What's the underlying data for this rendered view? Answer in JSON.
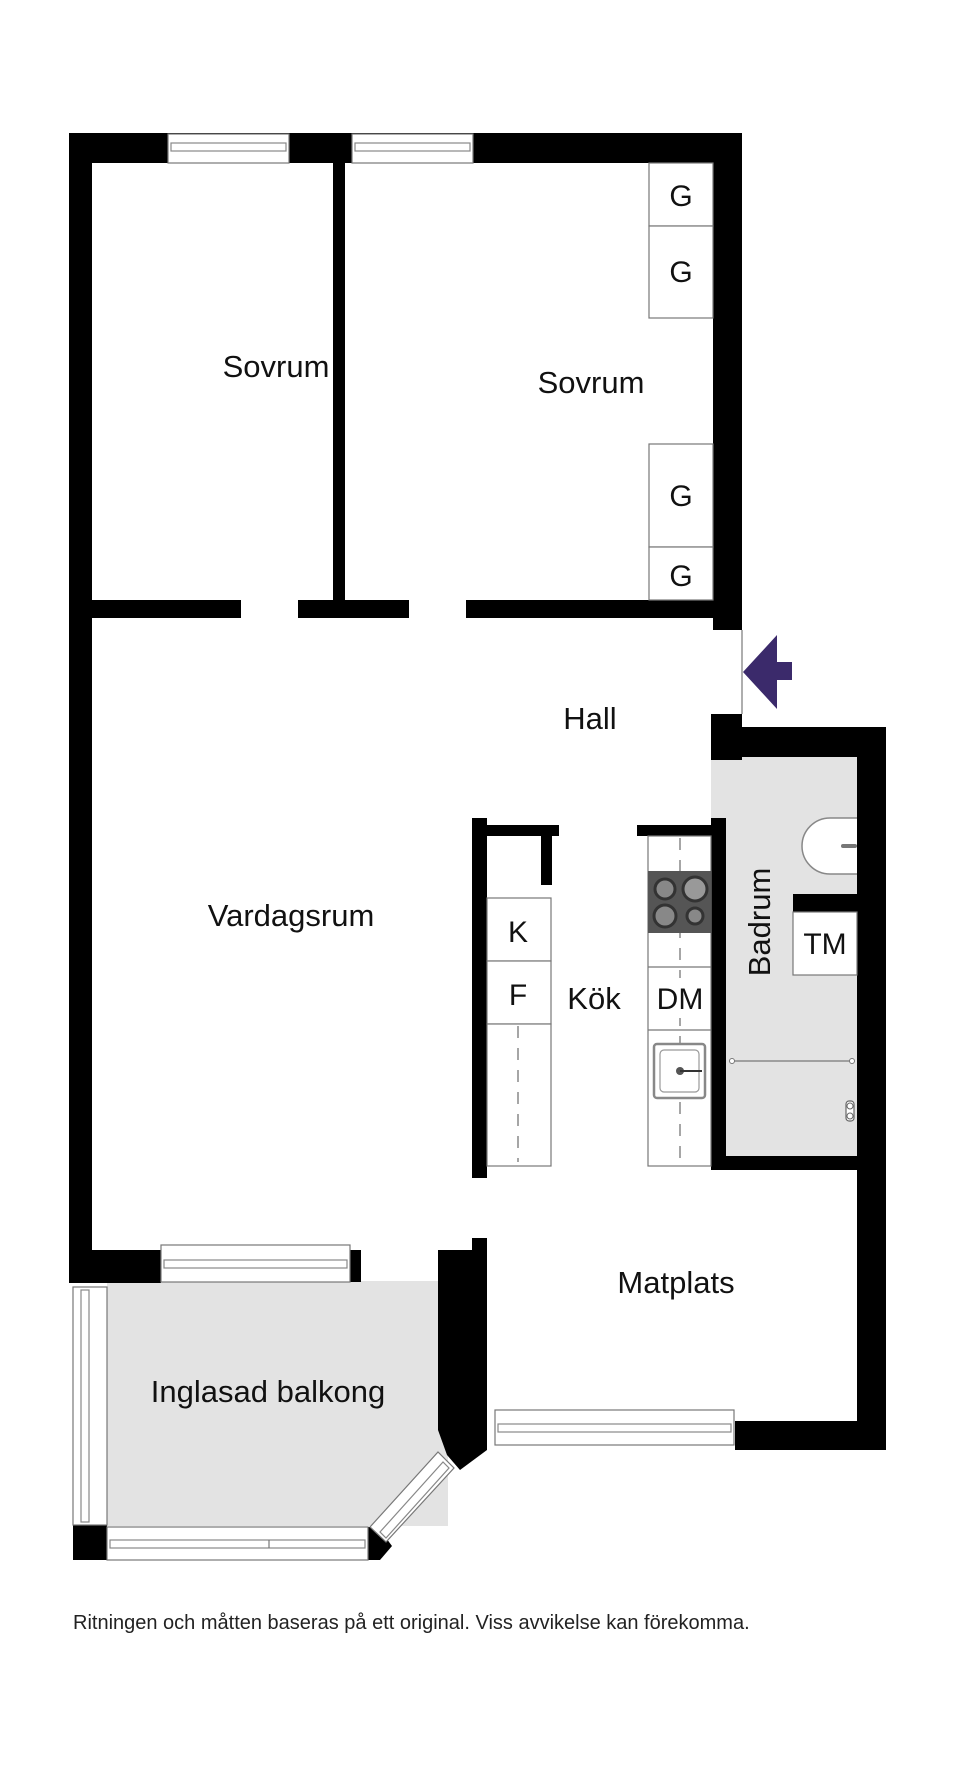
{
  "plan": {
    "rooms": [
      {
        "id": "bedroom-1",
        "label": "Sovrum"
      },
      {
        "id": "bedroom-2",
        "label": "Sovrum"
      },
      {
        "id": "hall",
        "label": "Hall"
      },
      {
        "id": "living-room",
        "label": "Vardagsrum"
      },
      {
        "id": "kitchen",
        "label": "Kök"
      },
      {
        "id": "bathroom",
        "label": "Badrum"
      },
      {
        "id": "dining",
        "label": "Matplats"
      },
      {
        "id": "balcony",
        "label": "Inglasad balkong"
      }
    ],
    "fixtures": {
      "wardrobes": [
        "G",
        "G",
        "G",
        "G"
      ],
      "fridge": "K",
      "freezer": "F",
      "dishwasher": "DM",
      "washing_machine": "TM"
    },
    "entrance_icon": "entrance-arrow-icon",
    "colors": {
      "wall": "#000000",
      "wet_floor": "#e3e3e3",
      "entrance_arrow": "#3b2a6b",
      "stove": "#555555"
    }
  },
  "footer": {
    "disclaimer": "Ritningen och måtten baseras på ett original. Viss avvikelse kan förekomma."
  }
}
